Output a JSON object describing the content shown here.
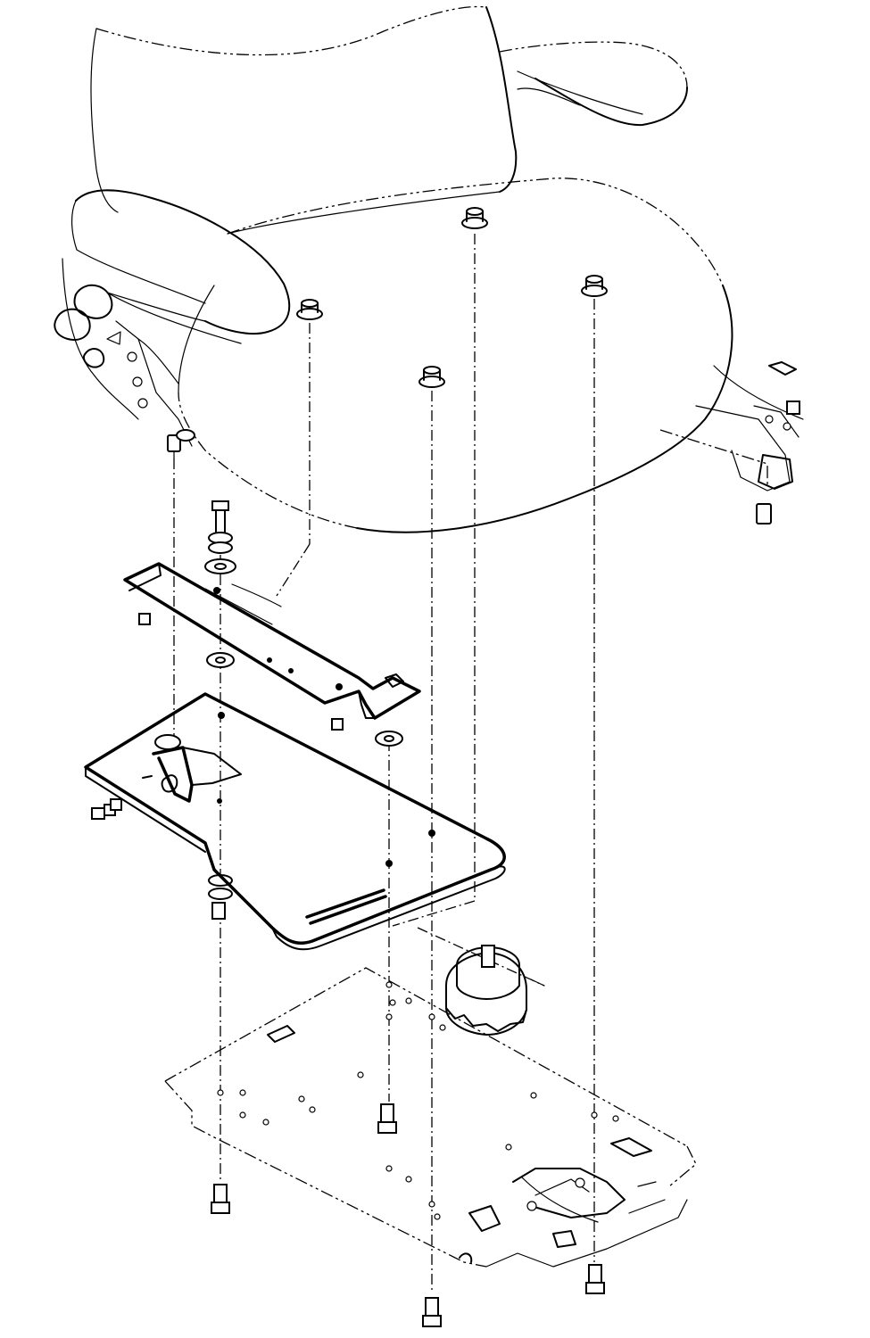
{
  "diagram": {
    "kind": "exploded-assembly-line-drawing",
    "subject": "seat-mounting-assembly",
    "ink_color": "#000000",
    "paper_color": "#ffffff",
    "parts": [
      "seat-cushion",
      "seat-backrest",
      "left-armrest",
      "right-armrest",
      "adjust-knobs",
      "cap-nuts",
      "bracket-bar",
      "adapter-plate",
      "swivel-knob",
      "base-plate",
      "hex-bolts",
      "washers",
      "slide-rail"
    ]
  }
}
